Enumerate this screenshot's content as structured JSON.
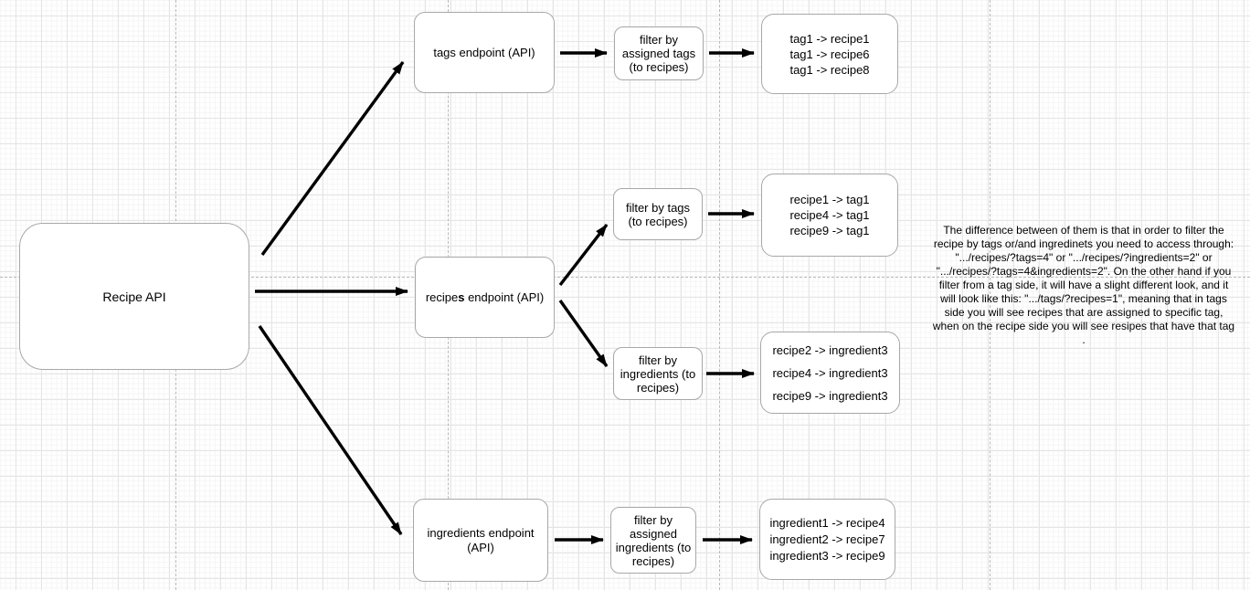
{
  "diagram": {
    "nodes": {
      "recipe_api": {
        "label": "Recipe API"
      },
      "tags_endpoint": {
        "label": "tags endpoint (API)"
      },
      "recipes_endpoint": {
        "label_pre": "recipe",
        "label_bold": "s",
        "label_post": " endpoint (API)"
      },
      "ingredients_endpoint": {
        "label": "ingredients endpoint (API)"
      },
      "filter_assigned_tags": {
        "label": "filter by assigned tags (to recipes)"
      },
      "filter_tags": {
        "label": "filter by tags (to recipes)"
      },
      "filter_ingredients": {
        "label": "filter by ingredients (to recipes)"
      },
      "filter_assigned_ingredients": {
        "label": "filter by assigned ingredients (to recipes)"
      },
      "tag_to_recipe_map": {
        "lines": [
          "tag1 -> recipe1",
          "tag1 -> recipe6",
          "tag1 -> recipe8"
        ]
      },
      "recipe_to_tag_map": {
        "lines": [
          "recipe1 -> tag1",
          "recipe4 -> tag1",
          "recipe9 -> tag1"
        ]
      },
      "recipe_to_ingredient_map": {
        "lines": [
          "recipe2 -> ingredient3",
          "recipe4 -> ingredient3",
          "recipe9 -> ingredient3"
        ]
      },
      "ingredient_to_recipe_map": {
        "lines": [
          "ingredient1 -> recipe4",
          "ingredient2 -> recipe7",
          "ingredient3 -> recipe9"
        ]
      }
    },
    "note": {
      "lines": [
        "The difference between of them is that in order to filter the",
        "recipe by tags or/and ingredinets you need to access through:",
        "\".../recipes/?tags=4\" or \".../recipes/?ingredients=2\" or",
        "\".../recipes/?tags=4&ingredients=2\". On the other hand if you",
        "filter from a tag side, it will have a slight different look, and it",
        "will look like this: \".../tags/?recipes=1\", meaning that in tags",
        "side you will see recipes that are assigned to specific tag,",
        "when on the recipe side you will see resipes that have that tag",
        "."
      ]
    },
    "colors": {
      "arrow": "#000000",
      "box_border": "#a8a8a8",
      "box_fill": "#ffffff",
      "page_guide": "#b9b9b9",
      "grid_major": "#e5e5e5",
      "grid_minor": "#f5f5f5",
      "text": "#000000"
    }
  }
}
